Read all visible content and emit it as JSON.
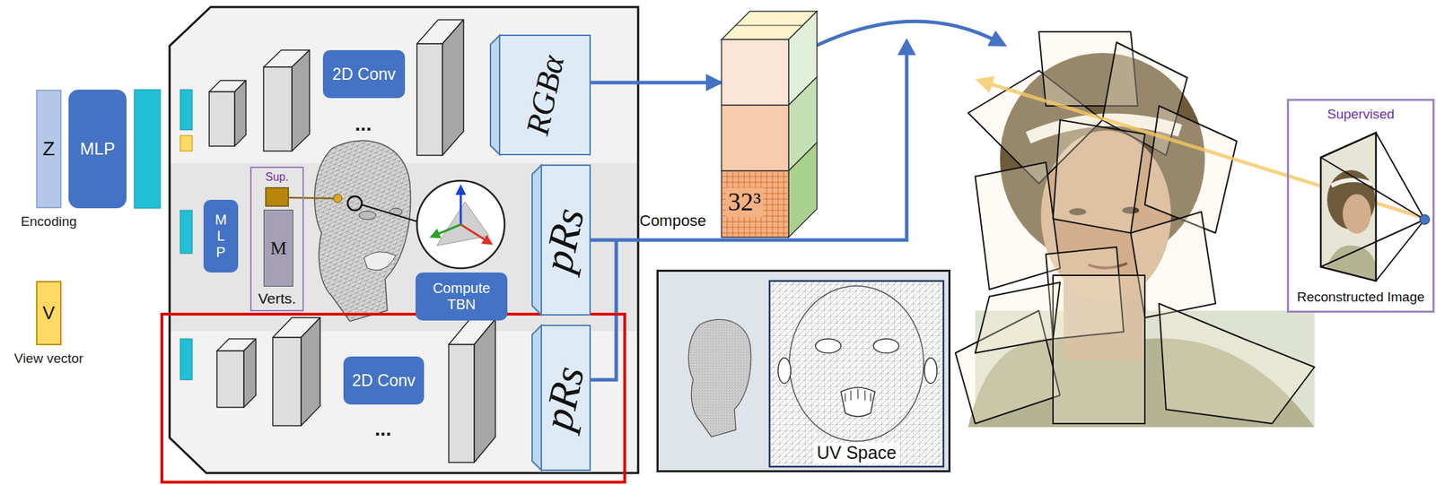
{
  "diagram": {
    "nodes": [
      {
        "text": [
          "Z",
          "Encoding"
        ]
      },
      {
        "text": [
          "MLP"
        ]
      },
      {
        "text": [
          "V",
          "View vector"
        ]
      },
      {
        "text": [
          "2D Conv"
        ]
      },
      {
        "text": [
          "RGBα"
        ]
      },
      {
        "text": [
          "M L P"
        ]
      },
      {
        "text": [
          "Sup.",
          "Verts."
        ]
      },
      {
        "text": [
          "M"
        ],
        "in": 6
      },
      {
        "text": [
          "Compute TBN"
        ]
      },
      {
        "text": [
          "pRs"
        ]
      },
      {
        "text": [
          "2D Conv"
        ]
      },
      {
        "text": [
          "pRs"
        ]
      },
      {
        "text": [
          "32³"
        ]
      },
      {
        "text": [
          "UV Space"
        ]
      },
      {
        "text": [
          "Supervised",
          "Reconstructed Image"
        ]
      }
    ],
    "edges": [
      {
        "from": 4,
        "to": 12,
        "arrow": "to"
      }
    ],
    "labels": [
      "...",
      "...",
      "Compose"
    ]
  }
}
